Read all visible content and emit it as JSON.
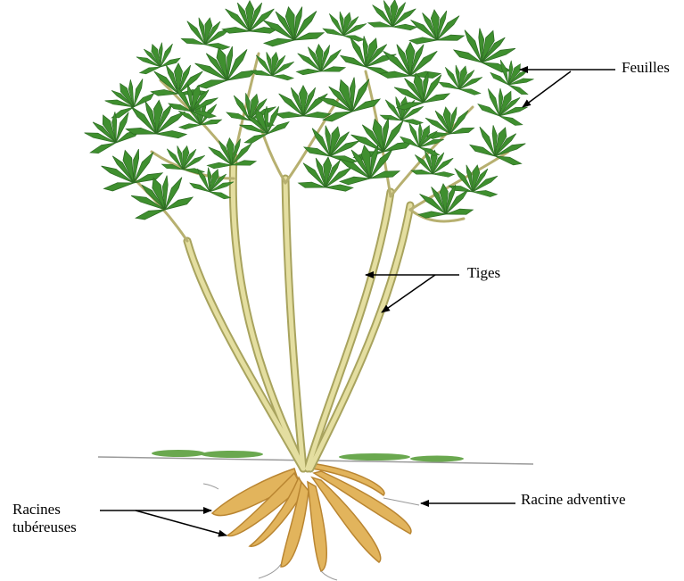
{
  "labels": {
    "leaves": "Feuilles",
    "stems": "Tiges",
    "adventitious_root": "Racine adventive",
    "tuberous_roots_line1": "Racines",
    "tuberous_roots_line2": "tubéreuses"
  },
  "colors": {
    "leaf": "#3f8f2f",
    "leaf_dark": "#2c6b22",
    "stem": "#d6d08a",
    "stem_edge": "#a8a35e",
    "tuber": "#e2b45c",
    "tuber_edge": "#b98531",
    "ground": "#9a9a9a",
    "arrow": "#000000"
  }
}
